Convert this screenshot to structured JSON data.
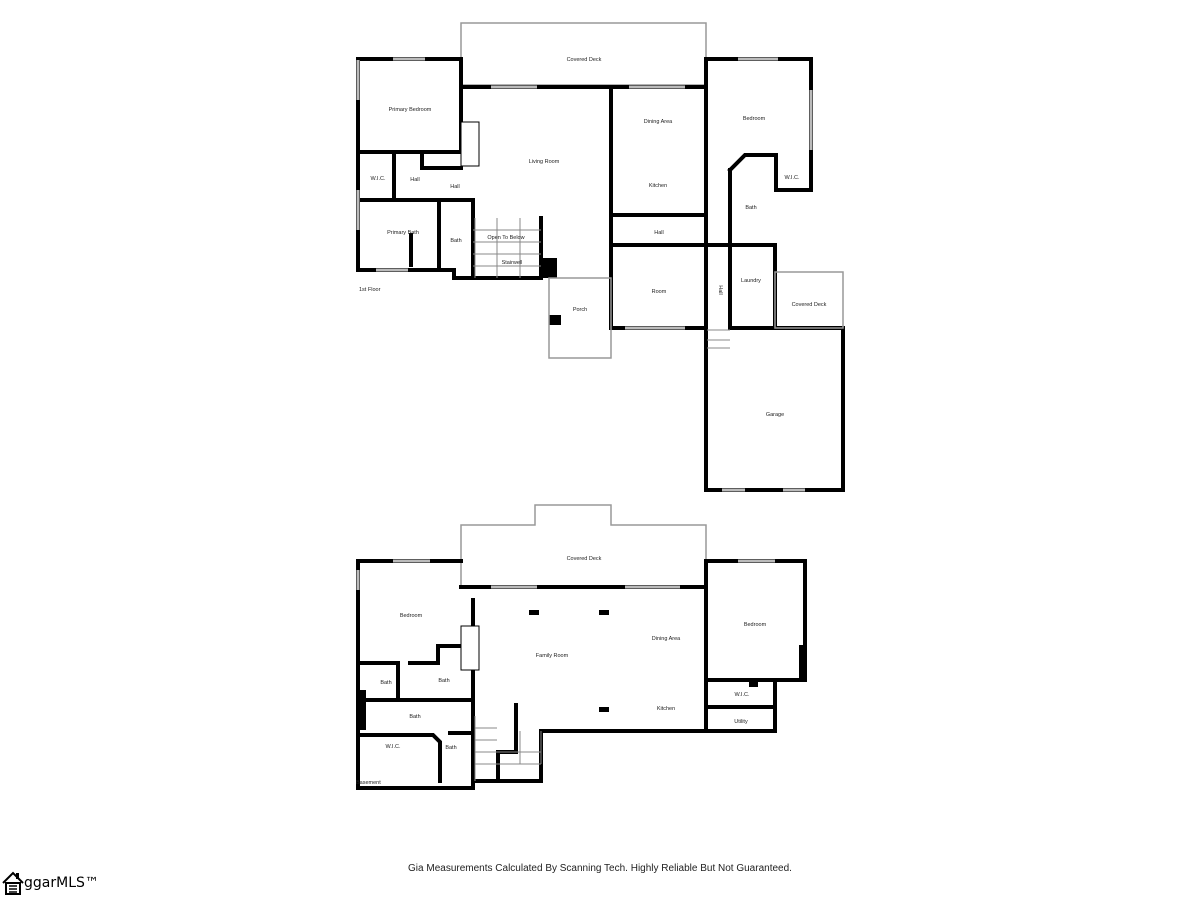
{
  "floors": [
    {
      "name": "1st Floor",
      "rooms": [
        "Covered Deck",
        "Primary Bedroom",
        "Living Room",
        "Dining Area",
        "Bedroom",
        "W.I.C.",
        "Hall",
        "Hall",
        "Kitchen",
        "W.I.C.",
        "Bath",
        "Primary Bath",
        "Bath",
        "Open To Below",
        "Stairwell",
        "Hall",
        "Laundry",
        "Room",
        "Hall",
        "Covered Deck",
        "Porch",
        "Garage"
      ]
    },
    {
      "name": "Basement",
      "rooms": [
        "Covered Deck",
        "Bedroom",
        "Bedroom",
        "Dining Area",
        "Family Room",
        "Bath",
        "Bath",
        "W.I.C.",
        "Bath",
        "Kitchen",
        "Utility",
        "W.I.C.",
        "Bath"
      ]
    }
  ],
  "disclaimer": "Gia Measurements Calculated By Scanning Tech. Highly Reliable But Not Guaranteed.",
  "logo": {
    "text": "SuggarMLS™",
    "visible_text": "ggarMLS™"
  }
}
